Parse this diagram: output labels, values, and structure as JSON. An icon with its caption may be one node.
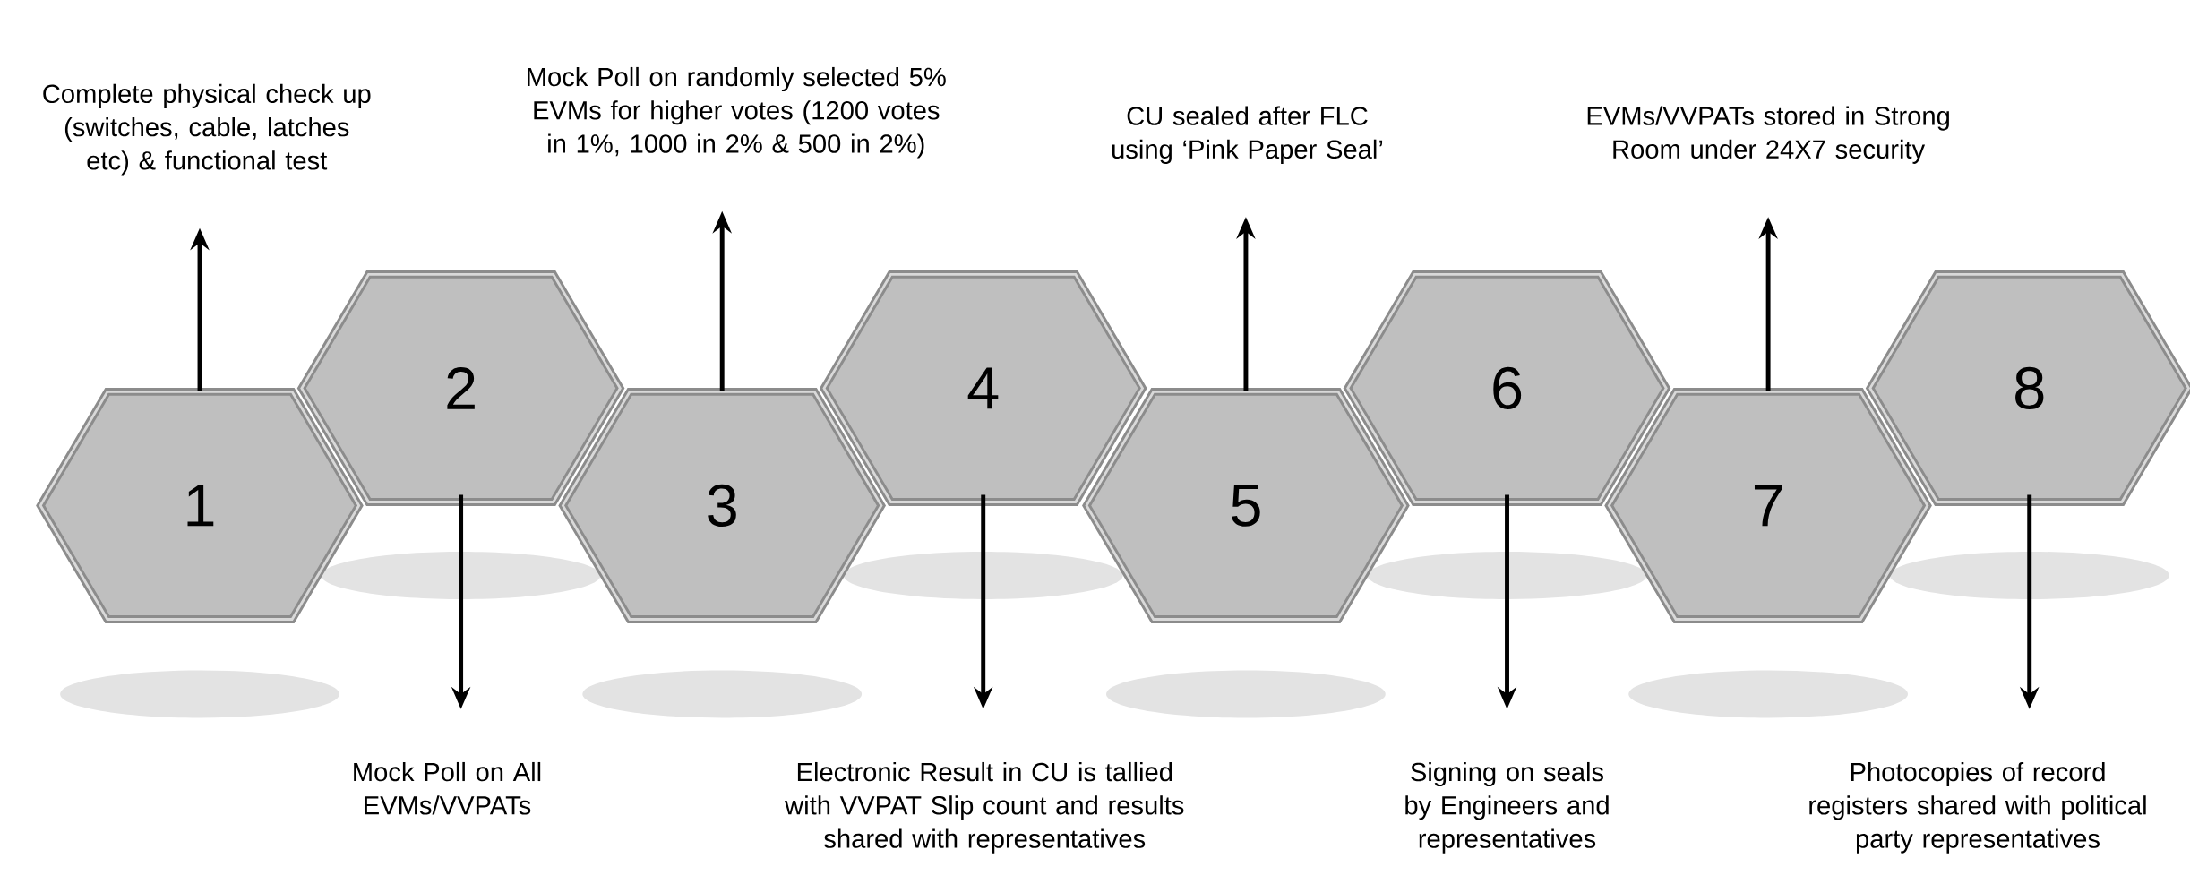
{
  "diagram": {
    "nodes": [
      {
        "text": [
          "1"
        ]
      },
      {
        "text": [
          "2"
        ]
      },
      {
        "text": [
          "3"
        ]
      },
      {
        "text": [
          "4"
        ]
      },
      {
        "text": [
          "5"
        ]
      },
      {
        "text": [
          "6"
        ]
      },
      {
        "text": [
          "7"
        ]
      },
      {
        "text": [
          "8"
        ]
      },
      {
        "text": [
          "Complete physical check up (switches, cable, latches etc)  & functional test"
        ]
      },
      {
        "text": [
          "Mock Poll on All EVMs/VVPATs"
        ]
      },
      {
        "text": [
          "Mock Poll on randomly selected 5% EVMs for higher votes (1200 votes in 1%, 1000 in 2% & 500 in 2%)"
        ]
      },
      {
        "text": [
          "Electronic Result in CU is tallied with VVPAT Slip count and results shared with representatives"
        ]
      },
      {
        "text": [
          "CU sealed after FLC using ‘Pink Paper Seal’"
        ]
      },
      {
        "text": [
          "Signing on seals by Engineers and representatives"
        ]
      },
      {
        "text": [
          "EVMs/VVPATs stored in Strong Room under 24X7 security"
        ]
      },
      {
        "text": [
          "Photocopies of record registers shared with political party representatives"
        ]
      }
    ],
    "edges": [
      {
        "from": 0,
        "to": 8,
        "arrow": "to"
      },
      {
        "from": 1,
        "to": 9,
        "arrow": "to"
      },
      {
        "from": 2,
        "to": 10,
        "arrow": "to"
      },
      {
        "from": 3,
        "to": 11,
        "arrow": "to"
      },
      {
        "from": 4,
        "to": 12,
        "arrow": "to"
      },
      {
        "from": 5,
        "to": 13,
        "arrow": "to"
      },
      {
        "from": 6,
        "to": 14,
        "arrow": "to"
      },
      {
        "from": 7,
        "to": 15,
        "arrow": "to"
      }
    ]
  }
}
